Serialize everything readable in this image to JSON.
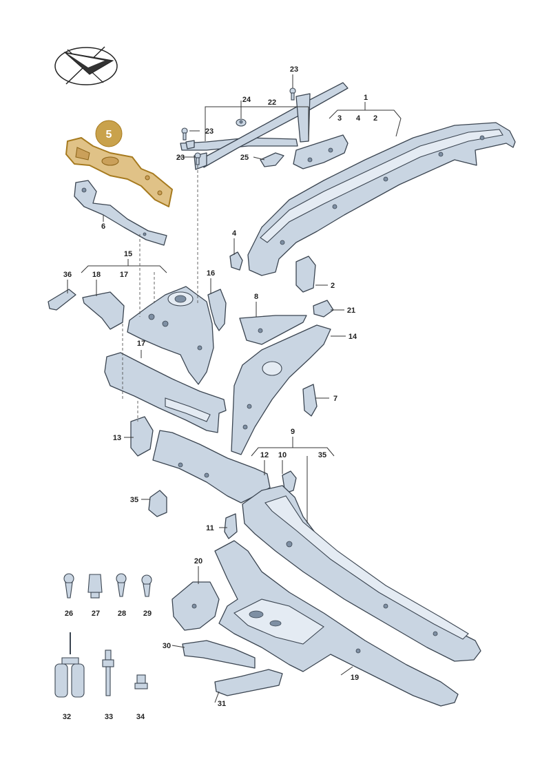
{
  "highlight": {
    "label": "5",
    "color": "#c9a24c"
  },
  "labels": {
    "l1": "1",
    "l2a": "2",
    "l2b": "2",
    "l3": "3",
    "l4a": "4",
    "l4b": "4",
    "l6": "6",
    "l7": "7",
    "l8": "8",
    "l9": "9",
    "l10": "10",
    "l11": "11",
    "l12": "12",
    "l13": "13",
    "l14": "14",
    "l15": "15",
    "l16": "16",
    "l17a": "17",
    "l17b": "17",
    "l18": "18",
    "l19": "19",
    "l20": "20",
    "l21": "21",
    "l22": "22",
    "l23a": "23",
    "l23b": "23",
    "l23c": "23",
    "l24": "24",
    "l25": "25",
    "l26": "26",
    "l27": "27",
    "l28": "28",
    "l29": "29",
    "l30": "30",
    "l31": "31",
    "l32": "32",
    "l33": "33",
    "l34": "34",
    "l35a": "35",
    "l35b": "35",
    "l36": "36"
  },
  "icons": {
    "orientation": "direction-arrow-icon"
  }
}
